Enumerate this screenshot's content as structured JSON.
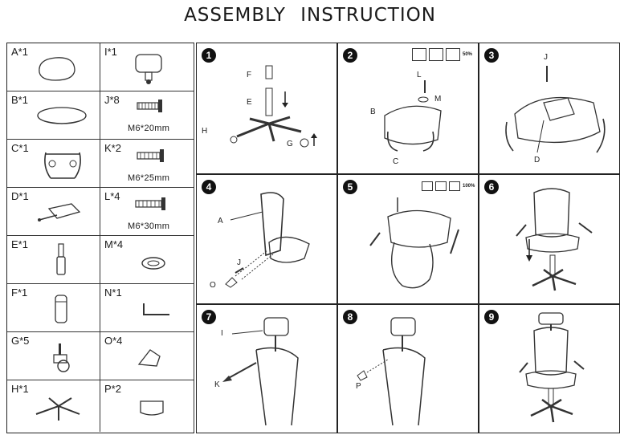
{
  "title": "ASSEMBLY INSTRUCTION",
  "parts": [
    {
      "label": "A*1"
    },
    {
      "label": "I*1"
    },
    {
      "label": "B*1"
    },
    {
      "label": "J*8",
      "spec": "M6*20mm"
    },
    {
      "label": "C*1"
    },
    {
      "label": "K*2",
      "spec": "M6*25mm"
    },
    {
      "label": "D*1"
    },
    {
      "label": "L*4",
      "spec": "M6*30mm"
    },
    {
      "label": "E*1"
    },
    {
      "label": "M*4"
    },
    {
      "label": "F*1"
    },
    {
      "label": "N*1"
    },
    {
      "label": "G*5"
    },
    {
      "label": "O*4"
    },
    {
      "label": "H*1"
    },
    {
      "label": "P*2"
    }
  ],
  "steps": [
    {
      "number": "1",
      "labels": [
        "F",
        "E",
        "H",
        "G"
      ]
    },
    {
      "number": "2",
      "labels": [
        "L",
        "M",
        "B",
        "C"
      ],
      "percent": "50%"
    },
    {
      "number": "3",
      "labels": [
        "J",
        "D"
      ]
    },
    {
      "number": "4",
      "labels": [
        "A",
        "J",
        "O"
      ]
    },
    {
      "number": "5",
      "labels": [],
      "percent": "100%"
    },
    {
      "number": "6",
      "labels": []
    },
    {
      "number": "7",
      "labels": [
        "I",
        "K"
      ]
    },
    {
      "number": "8",
      "labels": [
        "P"
      ]
    },
    {
      "number": "9",
      "labels": []
    }
  ]
}
